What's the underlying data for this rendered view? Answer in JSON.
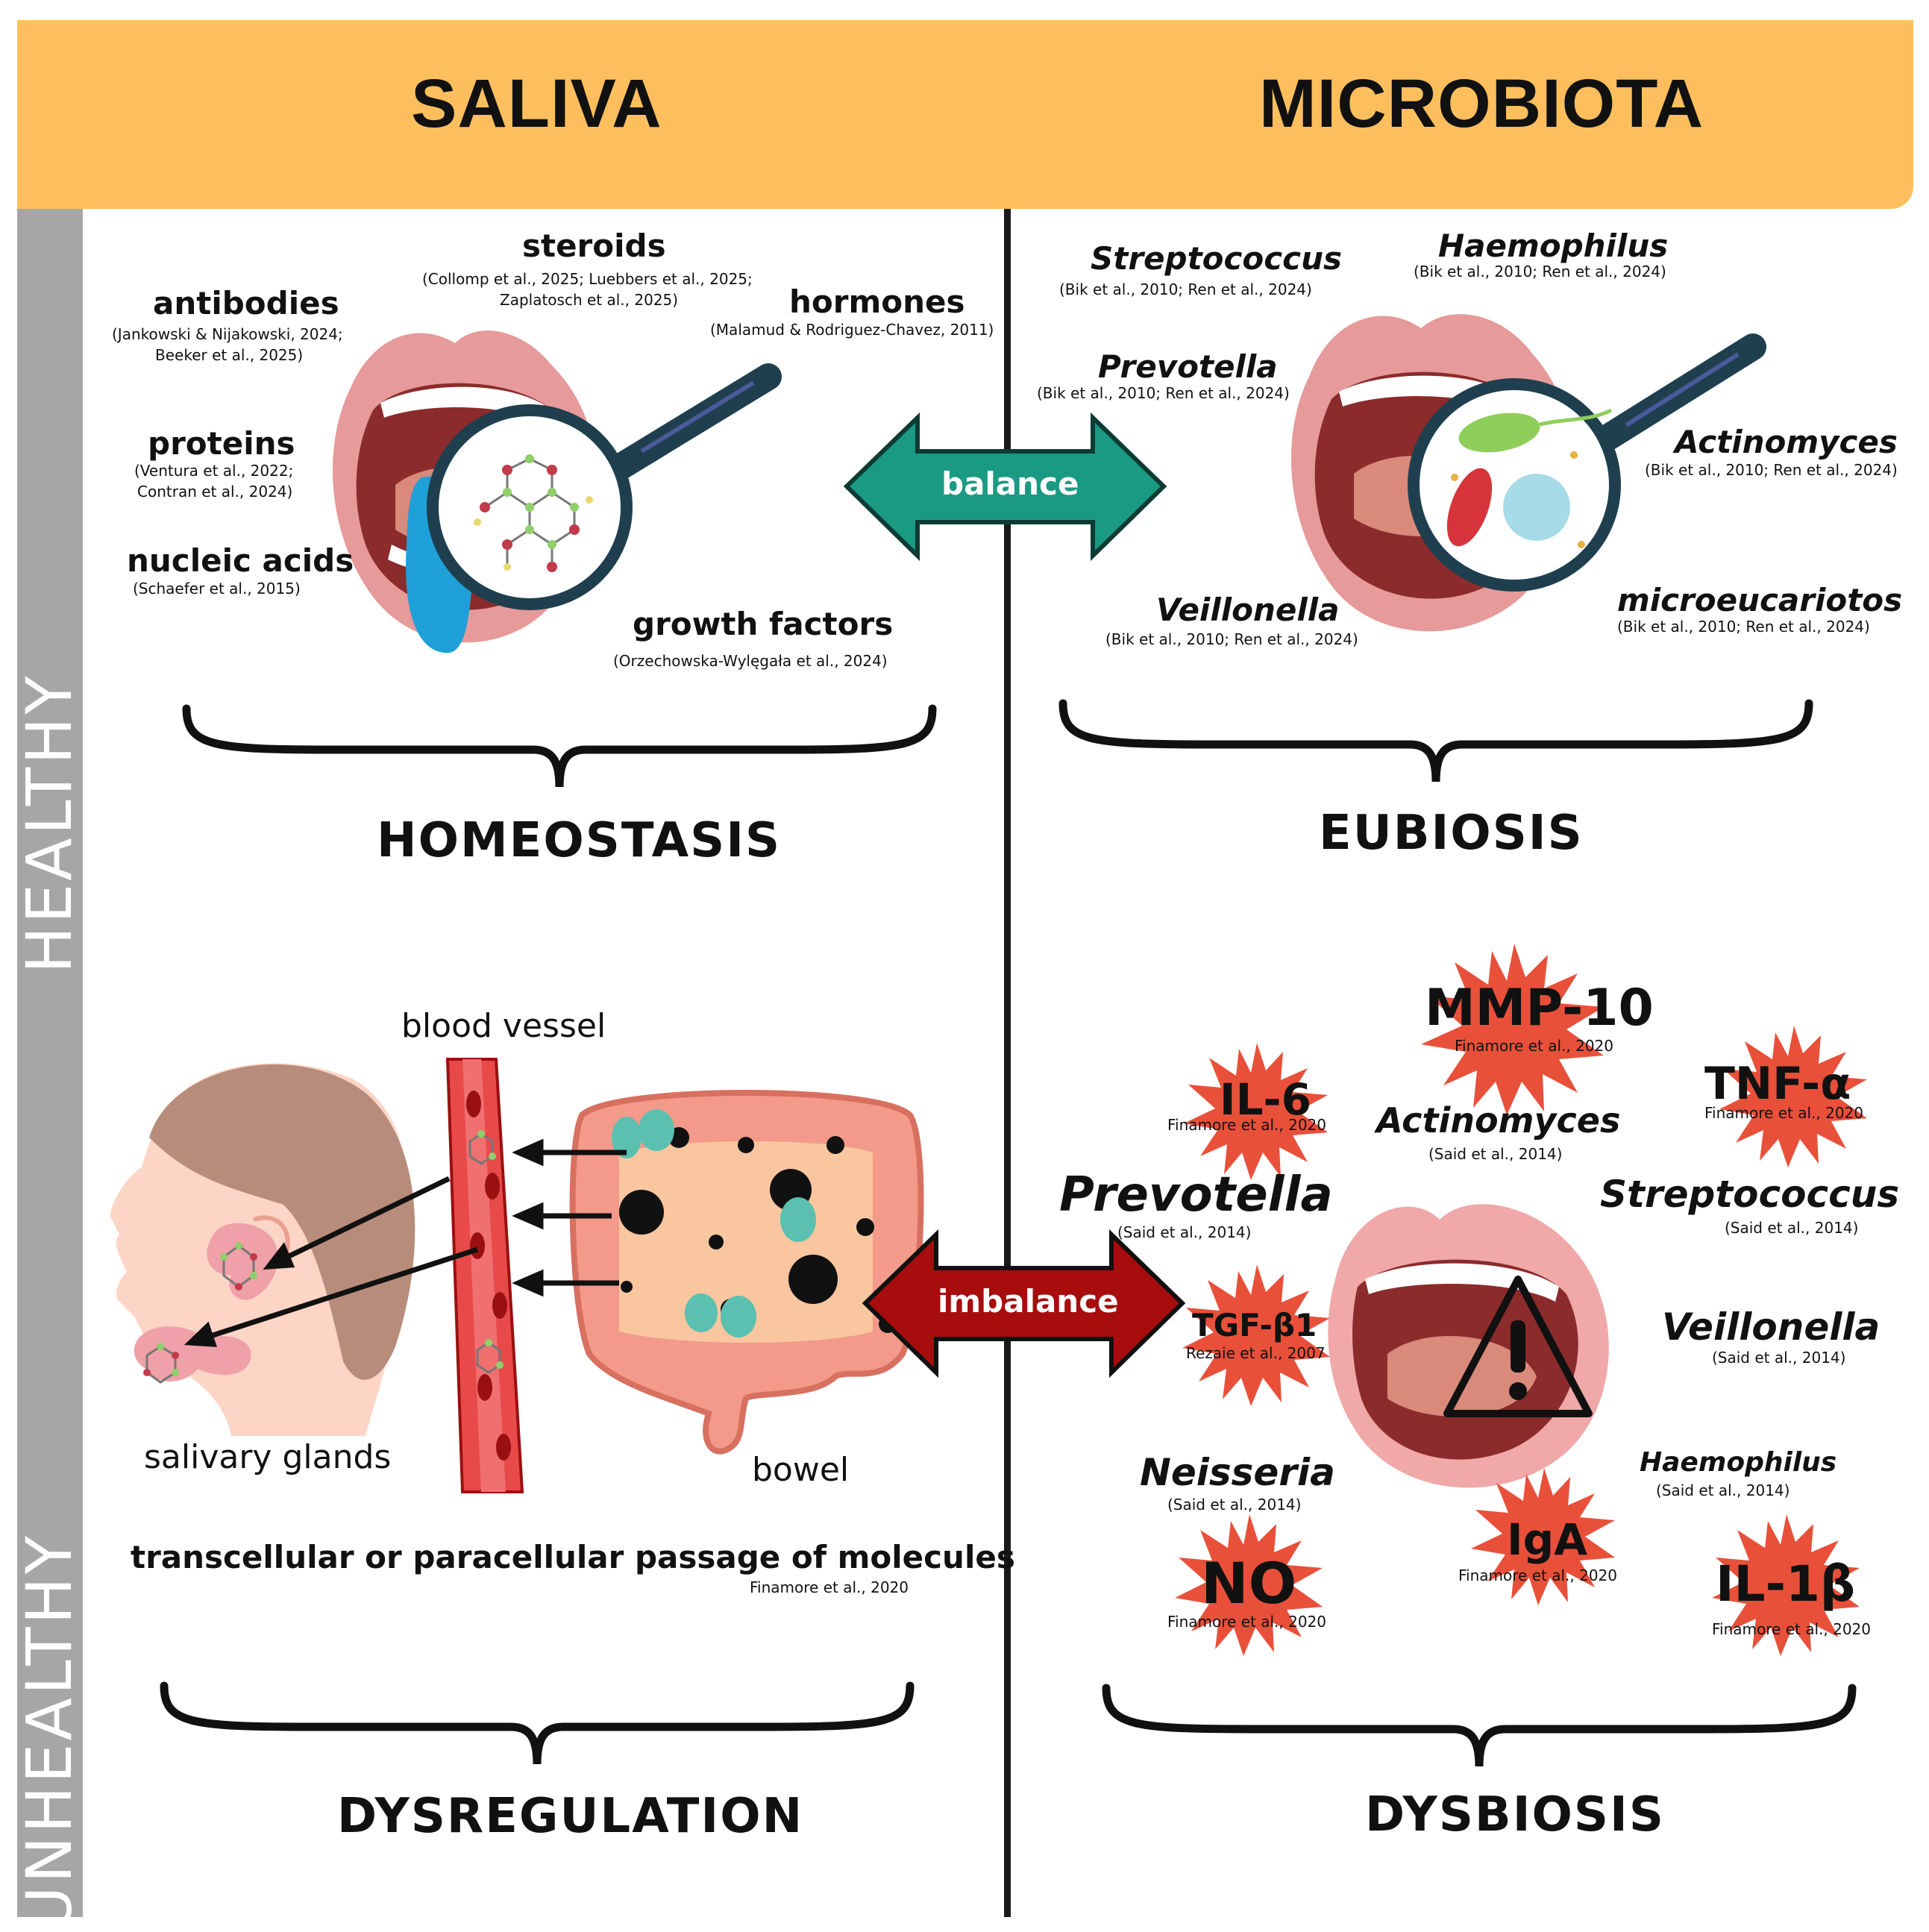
{
  "header": {
    "left_title": "SALIVA",
    "right_title": "MICROBIOTA"
  },
  "rows": {
    "healthy": "HEALTHY",
    "unhealthy": "UNHEALTHY"
  },
  "saliva_healthy": {
    "steroids": {
      "label": "steroids",
      "ref1": "(Collomp et al., 2025; Luebbers et al., 2025;",
      "ref2": "Zaplatosch et al., 2025)"
    },
    "antibodies": {
      "label": "antibodies",
      "ref1": "(Jankowski & Nijakowski, 2024;",
      "ref2": "Beeker et al., 2025)"
    },
    "hormones": {
      "label": "hormones",
      "ref1": "(Malamud & Rodriguez-Chavez, 2011)"
    },
    "proteins": {
      "label": "proteins",
      "ref1": "(Ventura et al., 2022;",
      "ref2": "Contran et al., 2024)"
    },
    "nucleic_acids": {
      "label": "nucleic acids",
      "ref1": "(Schaefer et al., 2015)"
    },
    "growth_factors": {
      "label": "growth factors",
      "ref1": "(Orzechowska-Wylęgała et  al., 2024)"
    },
    "summary": "HOMEOSTASIS"
  },
  "balance_label": "balance",
  "microbiota_healthy": {
    "taxa": [
      {
        "name": "Streptococcus",
        "ref": "(Bik et al., 2010; Ren et al., 2024)"
      },
      {
        "name": "Haemophilus",
        "ref": "(Bik et al., 2010; Ren et al., 2024)"
      },
      {
        "name": "Prevotella",
        "ref": "(Bik et al., 2010; Ren et al., 2024)"
      },
      {
        "name": "Actinomyces",
        "ref": "(Bik et al., 2010; Ren et al., 2024)"
      },
      {
        "name": "Veillonella",
        "ref": "(Bik et al., 2010; Ren et al., 2024)"
      },
      {
        "name": "microeucariotos",
        "ref": "(Bik et al., 2010; Ren et al., 2024)"
      }
    ],
    "summary": "EUBIOSIS"
  },
  "saliva_unhealthy": {
    "blood_vessel": "blood vessel",
    "salivary_glands": "salivary glands",
    "bowel": "bowel",
    "passage": "transcellular or paracellular passage of molecules",
    "passage_ref": "Finamore et al., 2020",
    "summary": "DYSREGULATION"
  },
  "imbalance_label": "imbalance",
  "microbiota_unhealthy": {
    "markers": [
      {
        "name": "MMP-10",
        "ref": "Finamore et al., 2020"
      },
      {
        "name": "IL-6",
        "ref": "Finamore et al., 2020"
      },
      {
        "name": "TNF-α",
        "ref": "Finamore et al., 2020"
      },
      {
        "name": "TGF-β1",
        "ref": "Rezaie et al., 2007"
      },
      {
        "name": "IgA",
        "ref": "Finamore et al., 2020"
      },
      {
        "name": "NO",
        "ref": "Finamore et al., 2020"
      },
      {
        "name": "IL-1β",
        "ref": "Finamore et al., 2020"
      }
    ],
    "taxa": [
      {
        "name": "Actinomyces",
        "ref": "(Said et al., 2014)"
      },
      {
        "name": "Prevotella",
        "ref": "(Said et al., 2014)"
      },
      {
        "name": "Streptococcus",
        "ref": "(Said et al., 2014)"
      },
      {
        "name": "Veillonella",
        "ref": "(Said et al., 2014)"
      },
      {
        "name": "Neisseria",
        "ref": "(Said et al., 2014)"
      },
      {
        "name": "Haemophilus",
        "ref": "(Said et al., 2014)"
      }
    ],
    "summary": "DYSBIOSIS"
  },
  "colors": {
    "header": "#fdbf5e",
    "sidebar": "#a6a6a6",
    "balance": "#1a9a82",
    "imbalance": "#a80d0d",
    "burst": "#e8503a",
    "lips": "#e69a9a"
  },
  "icons": [
    "mouth-icon",
    "magnifier-icon",
    "molecule-icon",
    "microbes-icon",
    "head-icon",
    "blood-vessel-icon",
    "bowel-icon",
    "warning-icon"
  ]
}
